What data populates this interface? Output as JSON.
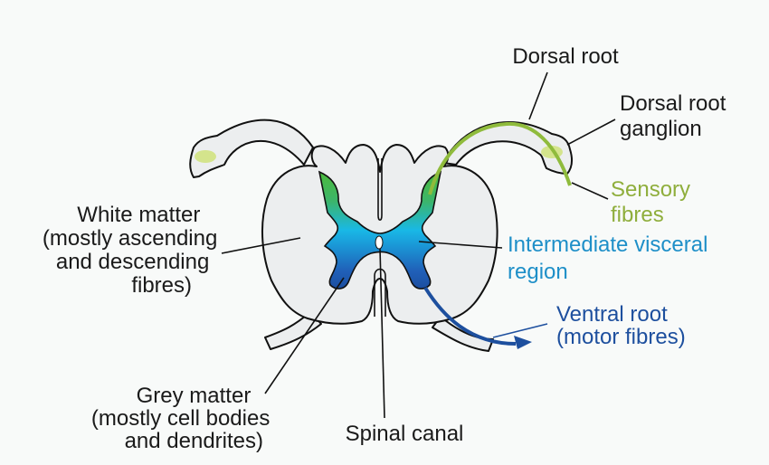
{
  "diagram": {
    "title": "Spinal cord cross-section",
    "colors": {
      "background": "#f8faf9",
      "tissue": "#eceeef",
      "outline": "#111111",
      "label_black": "#1a1a1a",
      "sensory_green": "#8fae3c",
      "dorsal_horn_green": "#4cba3c",
      "intermediate_cyan": "#1e8fc8",
      "ventral_navy": "#1d4f9e",
      "ganglion_fill": "#d4e48c"
    },
    "labels": {
      "dorsal_root": [
        "Dorsal root"
      ],
      "dorsal_root_ganglion": [
        "Dorsal root",
        "ganglion"
      ],
      "sensory_fibres": [
        "Sensory",
        "fibres"
      ],
      "white_matter": [
        "White matter",
        "(mostly ascending",
        "and descending",
        "fibres)"
      ],
      "intermediate_visceral": [
        "Intermediate visceral",
        "region"
      ],
      "ventral_root": [
        "Ventral root",
        "(motor fibres)"
      ],
      "grey_matter": [
        "Grey matter",
        "(mostly cell bodies",
        "and dendrites)"
      ],
      "spinal_canal": [
        "Spinal canal"
      ]
    }
  }
}
